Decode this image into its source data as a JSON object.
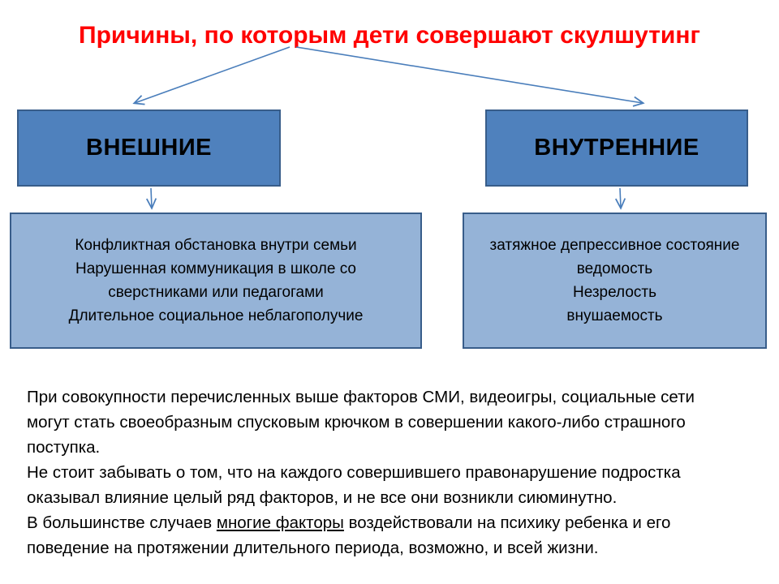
{
  "slide": {
    "title": "Причины, по которым дети совершают скулшутинг",
    "title_color": "#ff0000",
    "background": "#ffffff"
  },
  "colors": {
    "header_box_fill": "#4f81bd",
    "body_box_fill": "#95b3d7",
    "box_border": "#385d8a",
    "arrow": "#4a7ebb",
    "text": "#000000"
  },
  "diagram": {
    "branches": [
      {
        "header": "ВНЕШНИЕ",
        "items": [
          "Конфликтная обстановка  внутри семьи",
          "Нарушенная  коммуникация в школе со",
          "сверстниками или педагогами",
          "Длительное социальное неблагополучие"
        ]
      },
      {
        "header": "ВНУТРЕННИЕ",
        "items": [
          "затяжное депрессивное состояние",
          "ведомость",
          "Незрелость",
          "внушаемость"
        ]
      }
    ]
  },
  "paragraph": {
    "lines": [
      "При совокупности перечисленных выше факторов СМИ, видеоигры, социальные сети",
      "могут стать своеобразным спусковым крючком в совершении какого-либо страшного",
      "поступка.",
      "Не стоит забывать о том, что на каждого совершившего правонарушение подростка",
      "оказывал влияние целый ряд факторов, и не все они возникли сиюминутно."
    ],
    "last_line_before": " В большинстве случаев ",
    "last_line_underlined": "многие факторы",
    "last_line_after": "  воздействовали на психику ребенка и его",
    "final_line": "поведение на протяжении длительного периода, возможно, и всей жизни."
  }
}
